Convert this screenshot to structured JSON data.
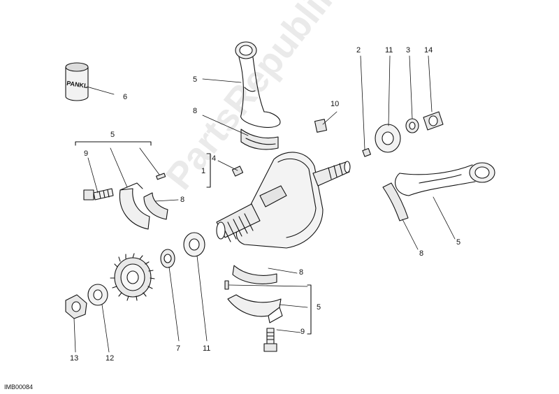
{
  "diagram": {
    "drawing_code": "IMB00084",
    "watermark_text": "PartsRepublik",
    "brand_on_part": "PANKL",
    "line_color": "#111111",
    "shade_color": "#e6e6e6",
    "callouts": {
      "c1": "1",
      "c2": "2",
      "c3": "3",
      "c4": "4",
      "c5_top": "5",
      "c5_left": "5",
      "c5_right": "5",
      "c5_bottom": "5",
      "c6": "6",
      "c7": "7",
      "c8_top": "8",
      "c8_left": "8",
      "c8_right": "8",
      "c8_bottom": "8",
      "c9_left": "9",
      "c9_bottom": "9",
      "c10": "10",
      "c11_top": "11",
      "c11_bottom": "11",
      "c12": "12",
      "c13": "13",
      "c14": "14"
    }
  }
}
